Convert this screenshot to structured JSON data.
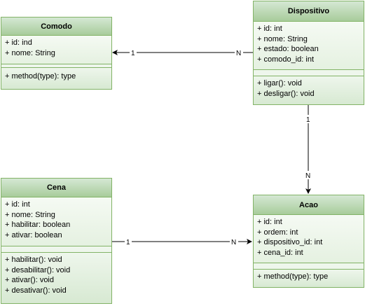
{
  "classes": {
    "comodo": {
      "name": "Comodo",
      "attributes": [
        "+ id: ind",
        "+ nome: String"
      ],
      "methods": [
        "+ method(type): type"
      ]
    },
    "dispositivo": {
      "name": "Dispositivo",
      "attributes": [
        "+ id: int",
        "+ nome: String",
        "+ estado: boolean",
        "+ comodo_id: int"
      ],
      "methods": [
        "+ ligar(): void",
        "+ desligar(): void"
      ]
    },
    "cena": {
      "name": "Cena",
      "attributes": [
        "+ id: int",
        "+ nome: String",
        "+ habilitar: boolean",
        "+ ativar: boolean"
      ],
      "methods": [
        "+ habilitar(): void",
        "+ desabilitar(): void",
        "+ ativar(): void",
        "+ desativar(): void"
      ]
    },
    "acao": {
      "name": "Acao",
      "attributes": [
        "+ id: int",
        "+ ordem: int",
        "+ dispositivo_id: int",
        "+ cena_id: int"
      ],
      "methods": [
        "+ method(type): type"
      ]
    }
  },
  "relations": {
    "dispositivo_comodo": {
      "source_mult": "N",
      "target_mult": "1"
    },
    "dispositivo_acao": {
      "source_mult": "1",
      "target_mult": "N"
    },
    "cena_acao": {
      "source_mult": "1",
      "target_mult": "N"
    }
  },
  "colors": {
    "border": "#82b366",
    "fill": "#d5e8d4",
    "line": "#000000"
  }
}
